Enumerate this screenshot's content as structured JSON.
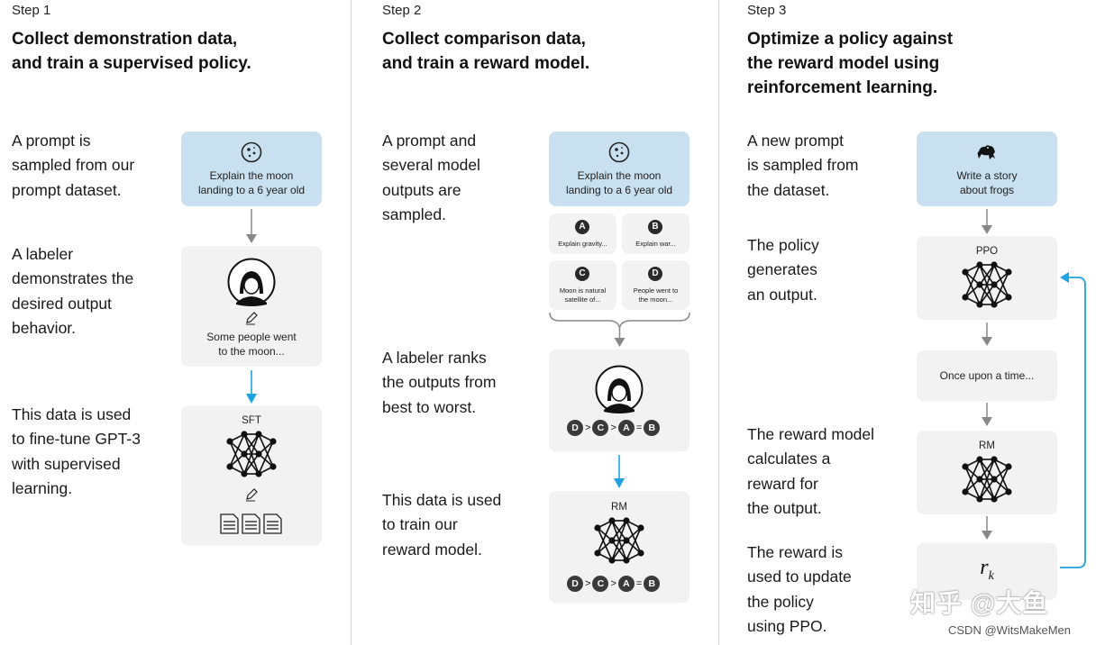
{
  "step1": {
    "label": "Step 1",
    "title_line1": "Collect demonstration data,",
    "title_line2": "and train a supervised policy.",
    "desc1": [
      "A prompt is",
      "sampled from our",
      "prompt dataset."
    ],
    "desc2": [
      "A labeler",
      "demonstrates the",
      "desired output",
      "behavior."
    ],
    "desc3": [
      "This data is used",
      "to fine-tune GPT-3",
      "with supervised",
      "learning."
    ],
    "prompt_box": [
      "Explain the moon",
      "landing to a 6 year old"
    ],
    "demo_text": [
      "Some people went",
      "to the moon..."
    ],
    "model_label": "SFT"
  },
  "step2": {
    "label": "Step 2",
    "title_line1": "Collect comparison data,",
    "title_line2": "and train a reward model.",
    "desc1": [
      "A prompt and",
      "several model",
      "outputs are",
      "sampled."
    ],
    "desc2": [
      "A labeler ranks",
      "the outputs from",
      "best to worst."
    ],
    "desc3": [
      "This data is used",
      "to train our",
      "reward model."
    ],
    "prompt_box": [
      "Explain the moon",
      "landing to a 6 year old"
    ],
    "outputs": [
      {
        "letter": "A",
        "text": [
          "Explain gravity..."
        ]
      },
      {
        "letter": "B",
        "text": [
          "Explain war..."
        ]
      },
      {
        "letter": "C",
        "text": [
          "Moon is natural",
          "satellite of..."
        ]
      },
      {
        "letter": "D",
        "text": [
          "People went to",
          "the moon..."
        ]
      }
    ],
    "ranking": [
      "D",
      ">",
      "C",
      ">",
      "A",
      "=",
      "B"
    ],
    "model_label": "RM"
  },
  "step3": {
    "label": "Step 3",
    "title_line1": "Optimize a policy against",
    "title_line2": "the reward model using",
    "title_line3": "reinforcement learning.",
    "desc1": [
      "A new prompt",
      "is sampled from",
      "the dataset."
    ],
    "desc2": [
      "The policy",
      "generates",
      "an output."
    ],
    "desc3": [
      "The reward model",
      "calculates a",
      "reward for",
      "the output."
    ],
    "desc4": [
      "The reward is",
      "used to update",
      "the policy",
      "using PPO."
    ],
    "prompt_box": [
      "Write a story",
      "about frogs"
    ],
    "policy_label": "PPO",
    "output_text": "Once upon a time...",
    "rm_label": "RM",
    "reward_symbol": "r",
    "reward_sub": "k"
  },
  "watermark": {
    "cn": "知乎 @大鱼",
    "csdn": "CSDN @WitsMakeMen"
  },
  "colors": {
    "prompt_box": "#c8e0f0",
    "gray_box": "#f2f2f2",
    "blue_arrow": "#1fa3e0",
    "gray_arrow": "#888888"
  }
}
